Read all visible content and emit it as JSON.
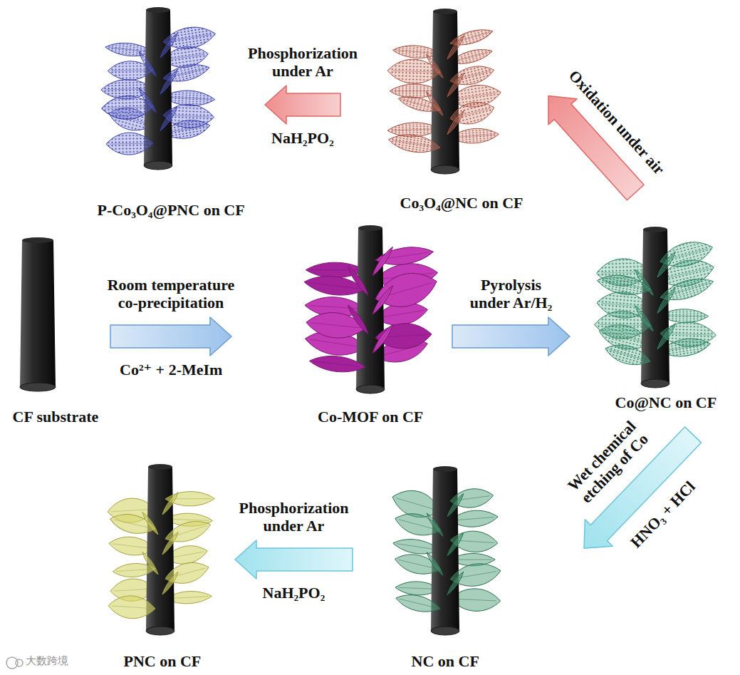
{
  "diagram": {
    "nodes": [
      {
        "text": [
          "P-Co₃O₄@PNC on CF"
        ]
      },
      {
        "text": [
          "Co₃O₄@NC on CF"
        ]
      },
      {
        "text": [
          "CF substrate"
        ]
      },
      {
        "text": [
          "Co-MOF on CF"
        ]
      },
      {
        "text": [
          "Co@NC on CF"
        ]
      },
      {
        "text": [
          "PNC on CF"
        ]
      },
      {
        "text": [
          "NC on CF"
        ]
      }
    ],
    "edges": [
      {
        "from": 2,
        "to": 3,
        "arrow": "to",
        "label": "Room temperature co-precipitation"
      },
      {
        "from": 3,
        "to": 4,
        "arrow": "to",
        "label": "Pyrolysis under Ar/H₂"
      },
      {
        "from": 4,
        "to": 1,
        "arrow": "to",
        "label": "Oxidation under air"
      },
      {
        "from": 1,
        "to": 0,
        "arrow": "to",
        "label": "Phosphorization under Ar"
      },
      {
        "from": 4,
        "to": 6,
        "arrow": "to",
        "label": "Wet chemical etching of Co"
      },
      {
        "from": 6,
        "to": 5,
        "arrow": "to",
        "label": "Phosphorization under Ar"
      }
    ],
    "labels": [
      "NaH₂PO₂",
      "Co²⁺ + 2-MeIm",
      "HNO₃ + HCl",
      "NaH₂PO₂",
      "大数跨境"
    ]
  }
}
